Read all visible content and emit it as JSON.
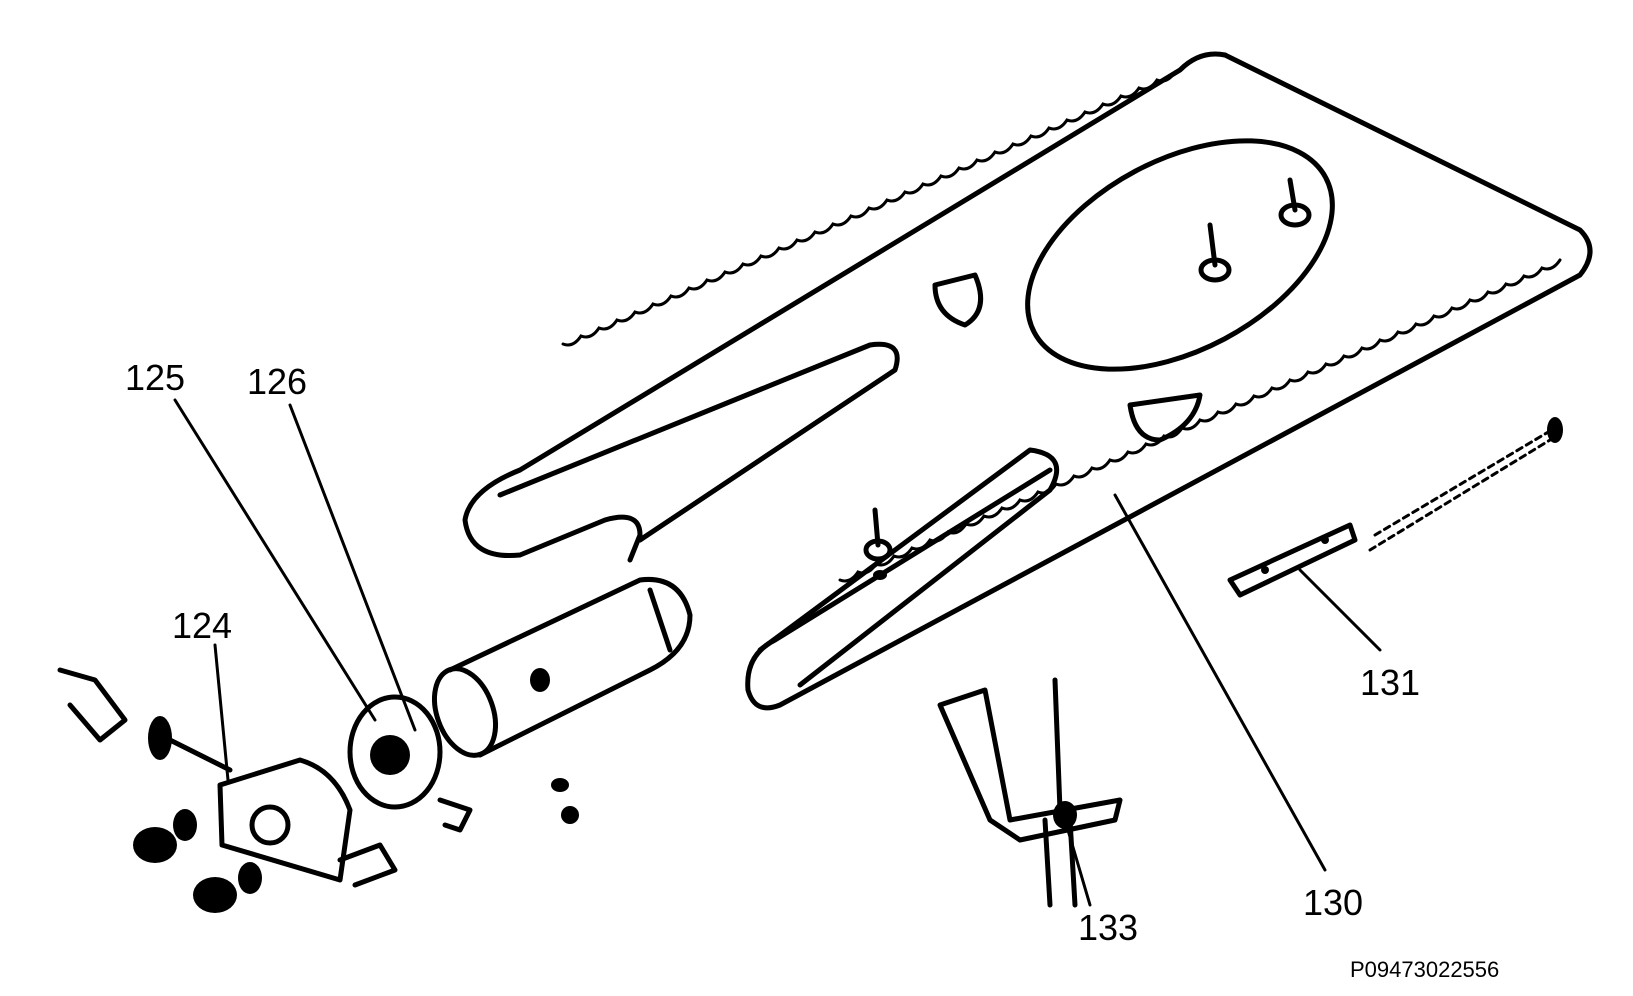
{
  "diagram": {
    "callouts": {
      "p124": "124",
      "p125": "125",
      "p126": "126",
      "p130": "130",
      "p131": "131",
      "p133": "133"
    },
    "reference_code": "P09473022556",
    "colors": {
      "line": "#000000",
      "background": "#ffffff"
    }
  }
}
